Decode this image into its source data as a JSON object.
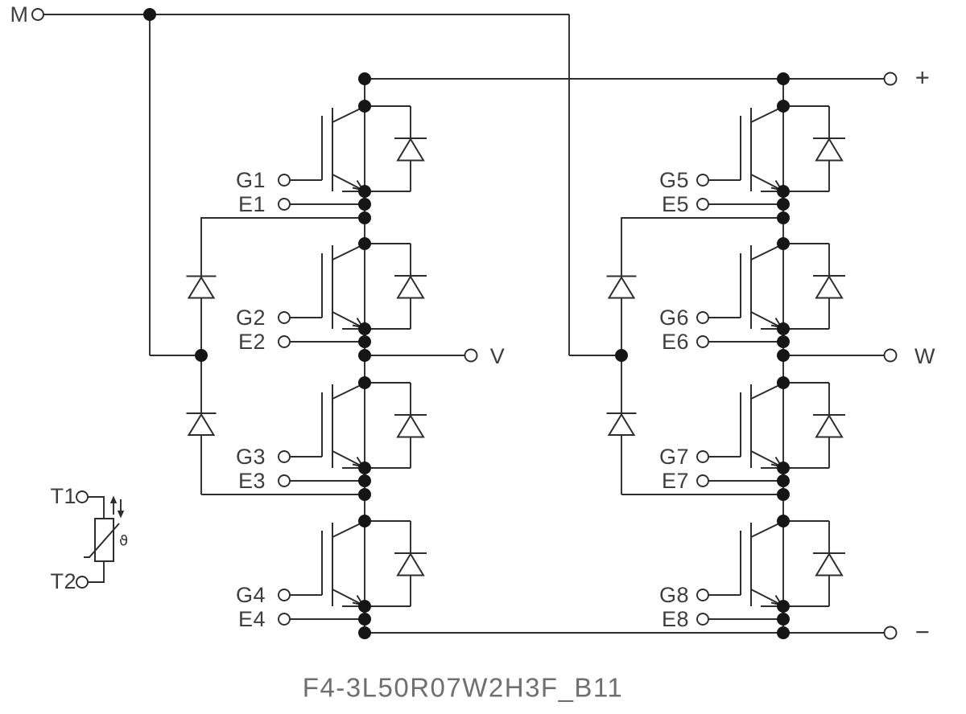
{
  "title": "F4-3L50R07W2H3F_B11",
  "terminals": {
    "m": "M",
    "plus": "+",
    "v": "V",
    "w": "W",
    "minus": "−",
    "t1": "T1",
    "t2": "T2"
  },
  "legs": [
    {
      "output_terminal": "V",
      "gates": [
        "G1",
        "G2",
        "G3",
        "G4"
      ],
      "emitters": [
        "E1",
        "E2",
        "E3",
        "E4"
      ]
    },
    {
      "output_terminal": "W",
      "gates": [
        "G5",
        "G6",
        "G7",
        "G8"
      ],
      "emitters": [
        "E5",
        "E6",
        "E7",
        "E8"
      ]
    }
  ],
  "thermistor": {
    "theta_symbol": "ϑ"
  },
  "colors": {
    "wire": "#2d2d2d",
    "label": "#3e3e3e",
    "title": "#6f6f6f",
    "background": "#ffffff"
  }
}
